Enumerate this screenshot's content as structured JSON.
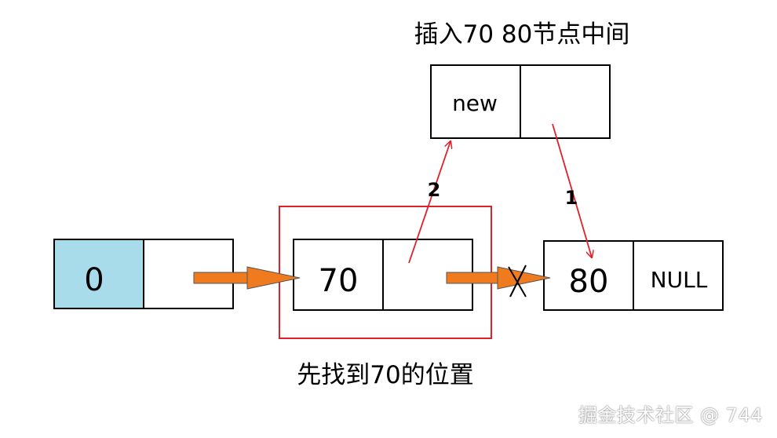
{
  "title": "插入70 80节点中间",
  "caption": "先找到70的位置",
  "nodes": {
    "head": {
      "value": "0"
    },
    "node70": {
      "value": "70"
    },
    "node80": {
      "value": "80",
      "next": "NULL"
    },
    "new_node": {
      "value": "new"
    }
  },
  "steps": {
    "step1": "1",
    "step2": "2"
  },
  "colors": {
    "head_fill": "#a8dcea",
    "orange_arrow": "#f07a1e",
    "red": "#e0202a"
  },
  "watermark": "掘金技术社区 @ 744"
}
